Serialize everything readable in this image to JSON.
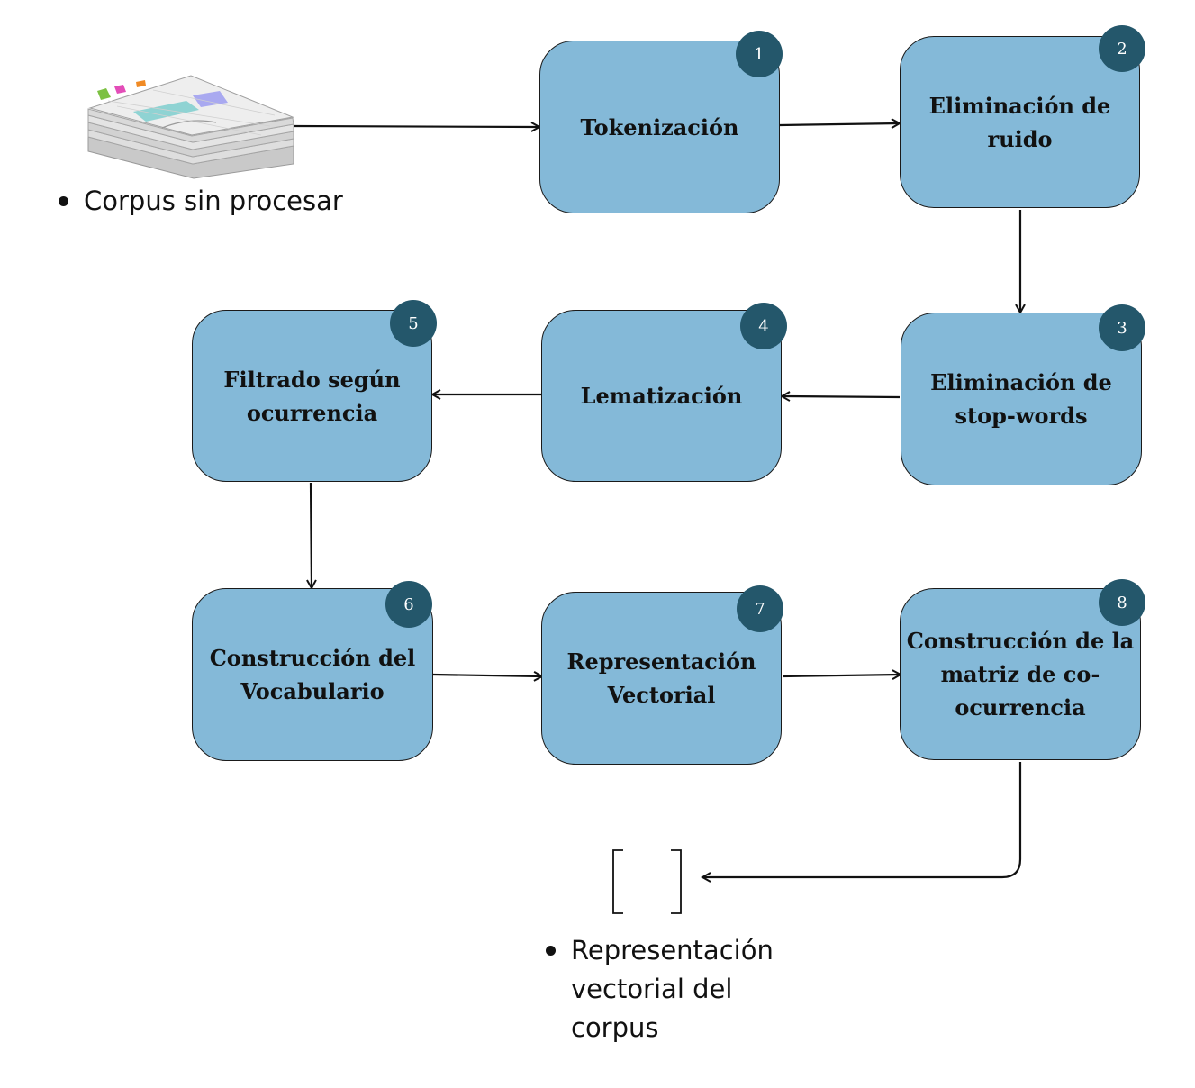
{
  "steps": [
    {
      "number": "1",
      "label": "Tokenización"
    },
    {
      "number": "2",
      "label": "Eliminación de\nruido"
    },
    {
      "number": "3",
      "label": "Eliminación de\nstop-words"
    },
    {
      "number": "4",
      "label": "Lematización"
    },
    {
      "number": "5",
      "label": "Filtrado según\nocurrencia"
    },
    {
      "number": "6",
      "label": "Construcción del\nVocabulario"
    },
    {
      "number": "7",
      "label": "Representación\nVectorial"
    },
    {
      "number": "8",
      "label": "Construcción de la\nmatriz de co-\nocurrencia"
    }
  ],
  "input": {
    "label": "Corpus sin procesar",
    "icon": "document-stack-icon"
  },
  "output": {
    "label": "Representación\nvectorial del\ncorpus",
    "icon": "vector-bracket-icon"
  },
  "colors": {
    "box_fill": "#84b9d8",
    "badge_fill": "#24576b"
  }
}
